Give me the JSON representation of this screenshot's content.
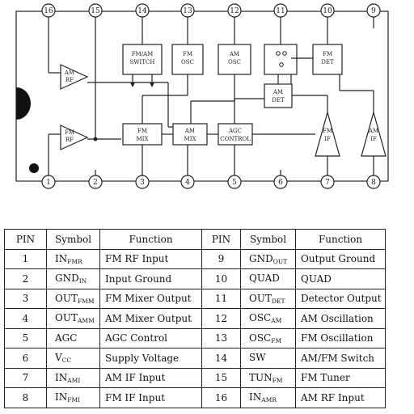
{
  "diagram": {
    "top_pins": [
      "16",
      "15",
      "14",
      "13",
      "12",
      "11",
      "10",
      "9"
    ],
    "bottom_pins": [
      "1",
      "2",
      "3",
      "4",
      "5",
      "6",
      "7",
      "8"
    ],
    "blocks": {
      "am_rf": [
        "AM",
        "RF"
      ],
      "fm_rf": [
        "FM",
        "RF"
      ],
      "fm_am_switch": [
        "FM/AM",
        "SWITCH"
      ],
      "fm_osc": [
        "FM",
        "OSC"
      ],
      "am_osc": [
        "AM",
        "OSC"
      ],
      "fm_det": [
        "FM",
        "DET"
      ],
      "am_det": [
        "AM",
        "DET"
      ],
      "fm_mix": [
        "FM",
        "MIX"
      ],
      "am_mix": [
        "AM",
        "MIX"
      ],
      "agc": [
        "AGC",
        "CONTROL"
      ],
      "fm_if": [
        "FM",
        "IF"
      ],
      "am_if": [
        "AM",
        "IF"
      ]
    }
  },
  "table": {
    "headers": [
      "PIN",
      "Symbol",
      "Function",
      "PIN",
      "Symbol",
      "Function"
    ],
    "rows": [
      {
        "pin": "1",
        "sym": "IN",
        "sub": "FMR",
        "func": "FM RF Input",
        "pin2": "9",
        "sym2": "GND",
        "sub2": "OUT",
        "func2": "Output Ground"
      },
      {
        "pin": "2",
        "sym": "GND",
        "sub": "IN",
        "func": "Input Ground",
        "pin2": "10",
        "sym2": "QUAD",
        "sub2": "",
        "func2": "QUAD"
      },
      {
        "pin": "3",
        "sym": "OUT",
        "sub": "FMM",
        "func": "FM Mixer Output",
        "pin2": "11",
        "sym2": "OUT",
        "sub2": "DET",
        "func2": "Detector Output"
      },
      {
        "pin": "4",
        "sym": "OUT",
        "sub": "AMM",
        "func": "AM Mixer Output",
        "pin2": "12",
        "sym2": "OSC",
        "sub2": "AM",
        "func2": "AM Oscillation"
      },
      {
        "pin": "5",
        "sym": "AGC",
        "sub": "",
        "func": "AGC Control",
        "pin2": "13",
        "sym2": "OSC",
        "sub2": "FM",
        "func2": "FM Oscillation"
      },
      {
        "pin": "6",
        "sym": "V",
        "sub": "CC",
        "func": "Supply Voltage",
        "pin2": "14",
        "sym2": "SW",
        "sub2": "",
        "func2": "AM/FM Switch"
      },
      {
        "pin": "7",
        "sym": "IN",
        "sub": "AMI",
        "func": "AM IF Input",
        "pin2": "15",
        "sym2": "TUN",
        "sub2": "FM",
        "func2": "FM Tuner"
      },
      {
        "pin": "8",
        "sym": "IN",
        "sub": "FMI",
        "func": "FM IF Input",
        "pin2": "16",
        "sym2": "IN",
        "sub2": "AMR",
        "func2": "AM RF Input"
      }
    ]
  }
}
